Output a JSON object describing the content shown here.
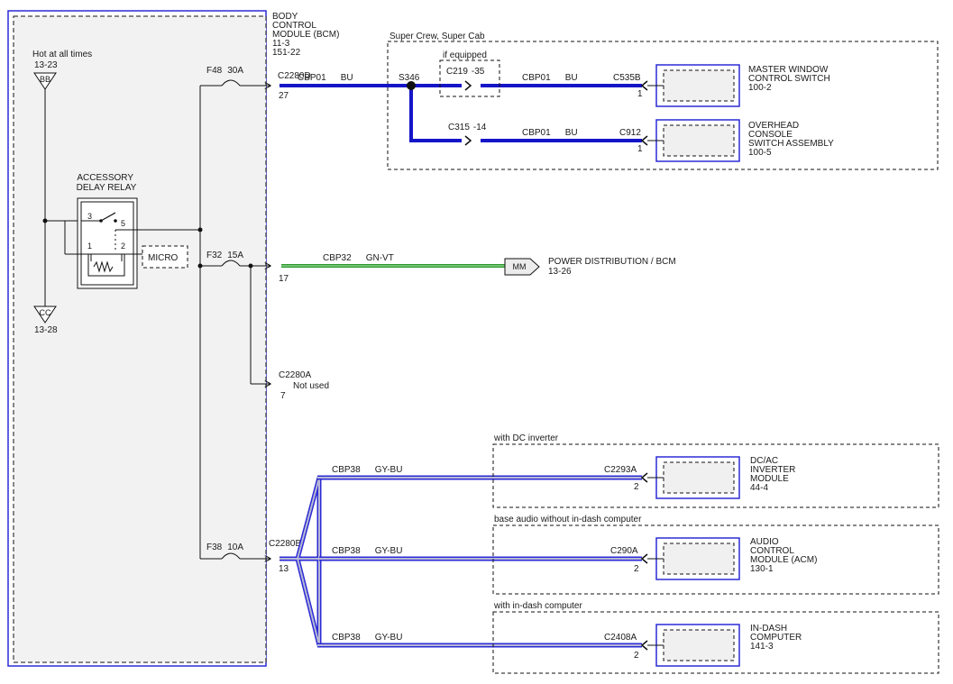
{
  "colors": {
    "bcm_outline": "#2b2bd6",
    "bcm_fill": "#f2f2f2",
    "wire_blue": "#1515c8",
    "wire_green": "#2a9a2a",
    "wire_gray_blue": "#8a8ab0",
    "dashed": "#111111"
  },
  "bcm": {
    "title_lines": [
      "BODY",
      "CONTROL",
      "MODULE (BCM)",
      "11-3",
      "151-22"
    ]
  },
  "power": {
    "label": "Hot at all times",
    "ref": "13-23",
    "terminal": "BB"
  },
  "ground": {
    "terminal": "CC",
    "ref": "13-28"
  },
  "relay": {
    "title_lines": [
      "ACCESSORY",
      "DELAY RELAY"
    ],
    "pins": [
      "3",
      "5",
      "1",
      "2"
    ],
    "micro_label": "MICRO"
  },
  "fuses": [
    {
      "name": "F48",
      "rating": "30A"
    },
    {
      "name": "F32",
      "rating": "15A"
    },
    {
      "name": "F38",
      "rating": "10A"
    }
  ],
  "connectors": {
    "c2280d": {
      "name": "C2280D",
      "pin": "27"
    },
    "c2280f": {
      "pin": "17"
    },
    "c2280a": {
      "name": "C2280A",
      "pin": "7",
      "note": "Not used"
    },
    "c2280b": {
      "name": "C2280B",
      "pin": "13"
    }
  },
  "window_circuit": {
    "region_label": "Super Crew, Super Cab",
    "if_equipped": "if equipped",
    "splice": "S346",
    "c219": "C219",
    "c219_pin": "35",
    "c315": "C315",
    "c315_pin": "14",
    "circuit": "CBP01",
    "color": "BU",
    "devices": [
      {
        "connector": "C535B",
        "pin": "1",
        "name_lines": [
          "MASTER WINDOW",
          "CONTROL SWITCH",
          "100-2"
        ]
      },
      {
        "connector": "C912",
        "pin": "1",
        "name_lines": [
          "OVERHEAD",
          "CONSOLE",
          "SWITCH ASSEMBLY",
          "100-5"
        ]
      }
    ]
  },
  "power_dist": {
    "circuit": "CBP32",
    "color": "GN-VT",
    "terminal": "MM",
    "label": "POWER DISTRIBUTION / BCM",
    "ref": "13-26"
  },
  "cbp38": {
    "circuit": "CBP38",
    "color": "GY-BU",
    "branches": [
      {
        "condition": "with DC inverter",
        "connector": "C2293A",
        "pin": "2",
        "name_lines": [
          "DC/AC",
          "INVERTER",
          "MODULE",
          "44-4"
        ]
      },
      {
        "condition": "base audio without in-dash computer",
        "connector": "C290A",
        "pin": "2",
        "name_lines": [
          "AUDIO",
          "CONTROL",
          "MODULE (ACM)",
          "130-1"
        ]
      },
      {
        "condition": "with in-dash computer",
        "connector": "C2408A",
        "pin": "2",
        "name_lines": [
          "IN-DASH",
          "COMPUTER",
          "141-3"
        ]
      }
    ]
  }
}
